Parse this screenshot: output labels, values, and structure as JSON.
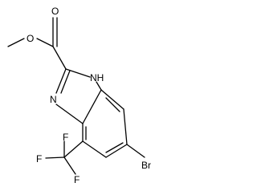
{
  "molecule": {
    "atoms": [
      {
        "id": "o_carbonyl",
        "label": "O"
      },
      {
        "id": "o_ester",
        "label": "O"
      },
      {
        "id": "nh",
        "label": "NH"
      },
      {
        "id": "n_imine",
        "label": "N"
      },
      {
        "id": "br",
        "label": "Br"
      },
      {
        "id": "f_top",
        "label": "F"
      },
      {
        "id": "f_left",
        "label": "F"
      },
      {
        "id": "f_bottom",
        "label": "F"
      }
    ]
  }
}
